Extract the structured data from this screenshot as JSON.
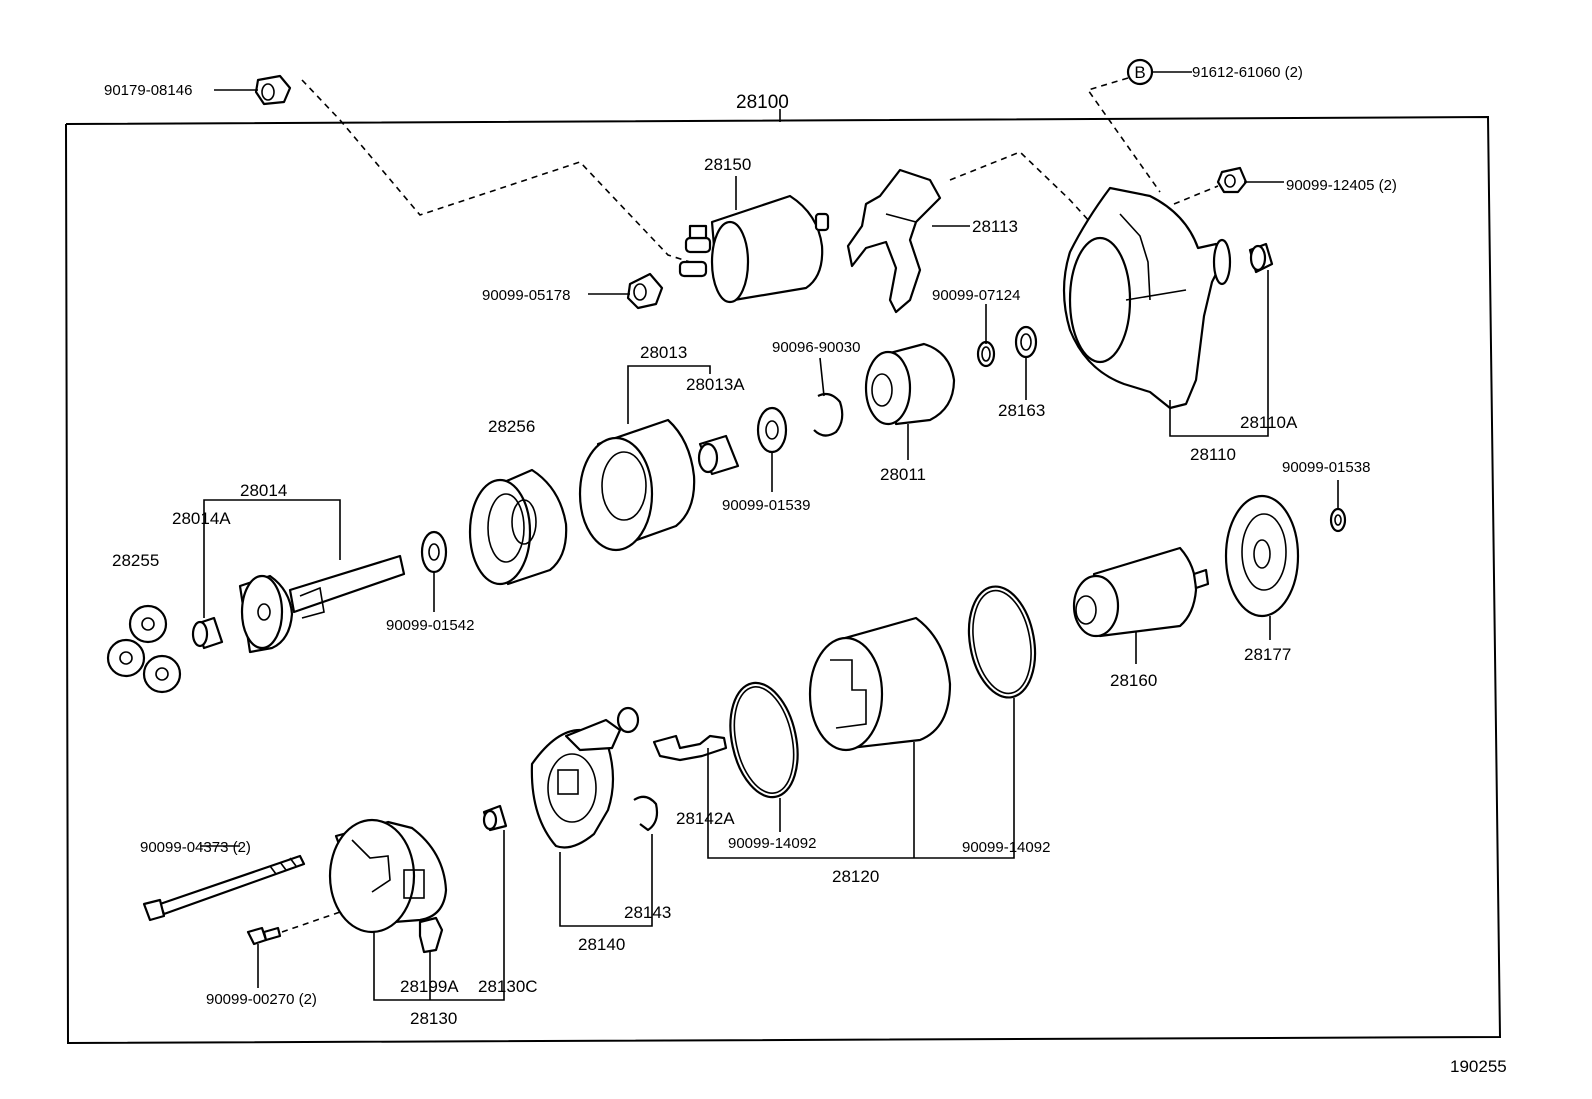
{
  "diagram": {
    "assembly_label": "28100",
    "reference_number": "190255",
    "callout_marker": "B",
    "labels": {
      "l_90179_08146": "90179-08146",
      "l_91612_61060": "91612-61060 (2)",
      "l_28150": "28150",
      "l_28113": "28113",
      "l_90099_12405": "90099-12405 (2)",
      "l_90099_05178": "90099-05178",
      "l_90099_07124": "90099-07124",
      "l_28013": "28013",
      "l_28013A": "28013A",
      "l_90096_90030": "90096-90030",
      "l_28163": "28163",
      "l_28110A": "28110A",
      "l_28110": "28110",
      "l_28256": "28256",
      "l_28011": "28011",
      "l_28014": "28014",
      "l_28014A": "28014A",
      "l_90099_01539": "90099-01539",
      "l_90099_01538": "90099-01538",
      "l_28255": "28255",
      "l_90099_01542": "90099-01542",
      "l_28177": "28177",
      "l_28160": "28160",
      "l_28142A": "28142A",
      "l_90099_14092_a": "90099-14092",
      "l_90099_14092_b": "90099-14092",
      "l_28120": "28120",
      "l_90099_04373": "90099-04373 (2)",
      "l_28143": "28143",
      "l_28140": "28140",
      "l_28199A": "28199A",
      "l_28130C": "28130C",
      "l_90099_00270": "90099-00270 (2)",
      "l_28130": "28130"
    }
  }
}
